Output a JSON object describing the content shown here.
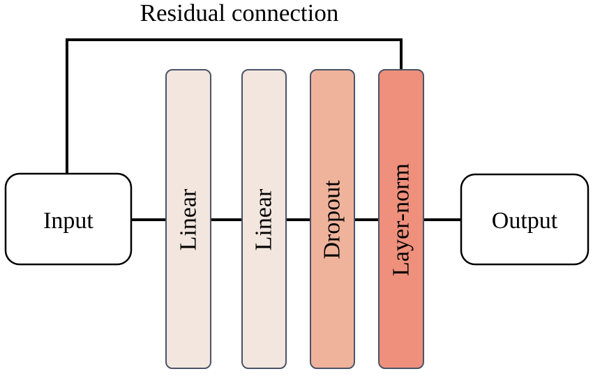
{
  "diagram": {
    "residual_label": "Residual connection",
    "input_label": "Input",
    "output_label": "Output",
    "layers": [
      {
        "label": "Linear",
        "fill": "#F2E6DF"
      },
      {
        "label": "Linear",
        "fill": "#F2E6DF"
      },
      {
        "label": "Dropout",
        "fill": "#EFB39C"
      },
      {
        "label": "Layer-norm",
        "fill": "#EE907C"
      }
    ],
    "colors": {
      "line": "#000000",
      "layer_border": "#4A5366",
      "box_border": "#000000",
      "box_fill": "#FFFFFF"
    }
  }
}
